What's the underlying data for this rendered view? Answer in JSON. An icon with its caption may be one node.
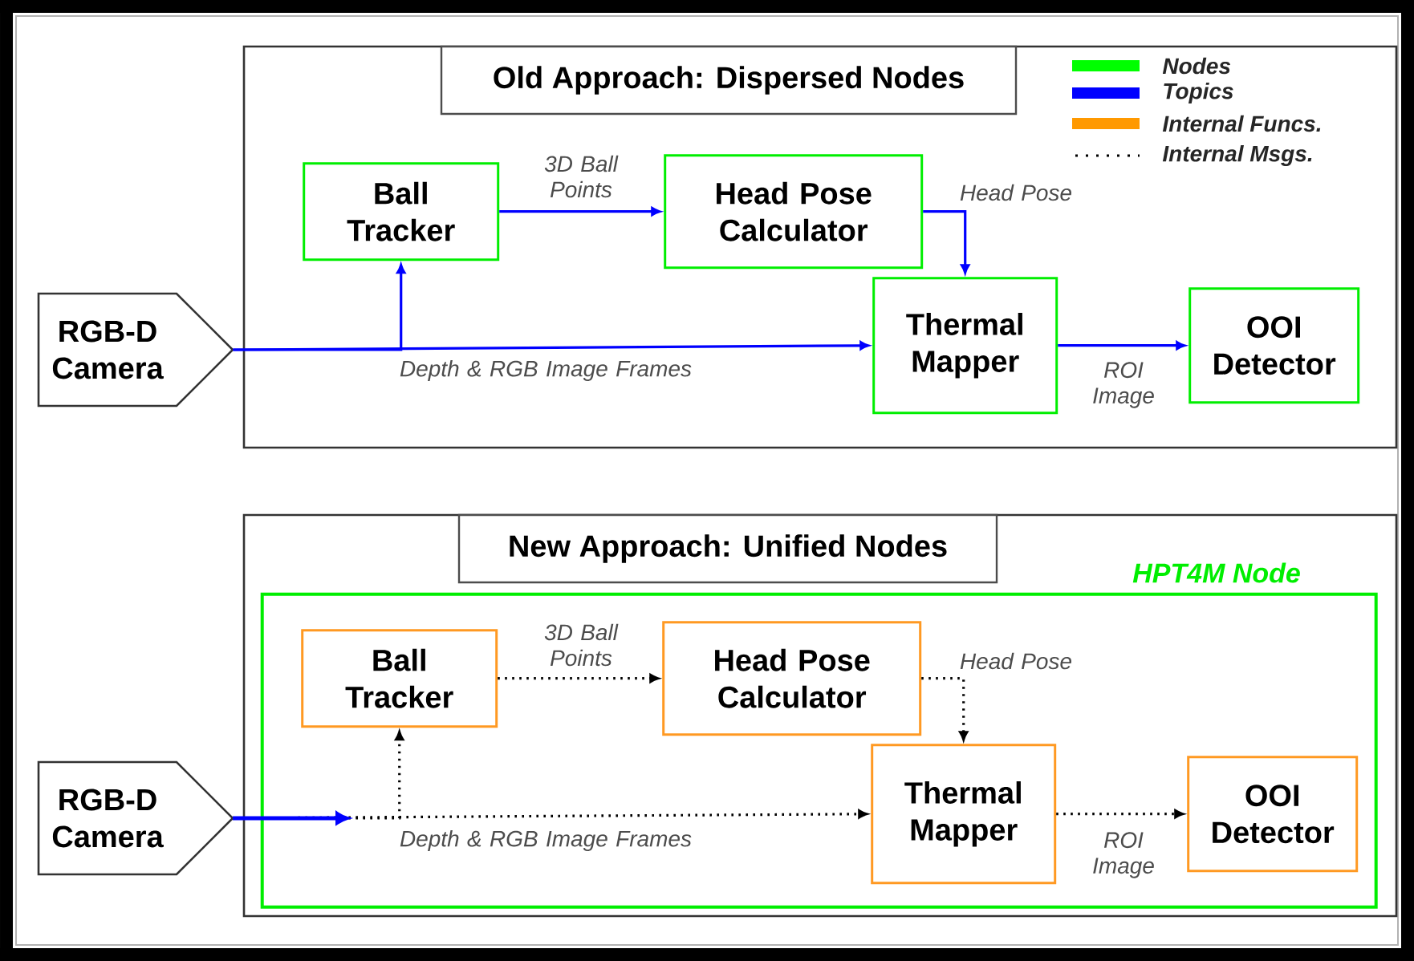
{
  "diagram": {
    "nodes": [
      {
        "text": [
          "Old Approach: Dispersed Nodes"
        ]
      },
      {
        "text": [
          "RGB-D Camera"
        ]
      },
      {
        "text": [
          "Ball Tracker"
        ],
        "in": 0
      },
      {
        "text": [
          "Head Pose Calculator"
        ],
        "in": 0
      },
      {
        "text": [
          "Thermal Mapper"
        ],
        "in": 0
      },
      {
        "text": [
          "OOI Detector"
        ],
        "in": 0
      },
      {
        "text": [
          "New Approach: Unified Nodes"
        ]
      },
      {
        "text": [
          "HPT4M Node"
        ],
        "in": 6
      },
      {
        "text": [
          "RGB-D Camera"
        ]
      },
      {
        "text": [
          "Ball Tracker"
        ],
        "in": 7
      },
      {
        "text": [
          "Head Pose Calculator"
        ],
        "in": 7
      },
      {
        "text": [
          "Thermal Mapper"
        ],
        "in": 7
      },
      {
        "text": [
          "OOI Detector"
        ],
        "in": 7
      }
    ],
    "edges": [
      {
        "from": 1,
        "to": 4,
        "arrow": "to",
        "label": "Depth & RGB Image Frames",
        "color": "#0000ff"
      },
      {
        "from": 1,
        "to": 2,
        "arrow": "to",
        "color": "#0000ff"
      },
      {
        "from": 2,
        "to": 3,
        "arrow": "to",
        "label": "3D Ball Points",
        "color": "#0000ff"
      },
      {
        "from": 3,
        "to": 4,
        "arrow": "to",
        "label": "Head Pose",
        "color": "#0000ff"
      },
      {
        "from": 4,
        "to": 5,
        "arrow": "to",
        "label": "ROI Image",
        "color": "#0000ff"
      },
      {
        "from": 8,
        "to": 11,
        "arrow": "to",
        "label": "Depth & RGB Image Frames",
        "style": "dashed",
        "color": "#000000"
      },
      {
        "from": 8,
        "to": 9,
        "arrow": "to",
        "style": "dashed",
        "color": "#000000"
      },
      {
        "from": 9,
        "to": 10,
        "arrow": "to",
        "label": "3D Ball Points",
        "style": "dashed",
        "color": "#000000"
      },
      {
        "from": 10,
        "to": 11,
        "arrow": "to",
        "label": "Head Pose",
        "style": "dashed",
        "color": "#000000"
      },
      {
        "from": 11,
        "to": 12,
        "arrow": "to",
        "label": "ROI Image",
        "style": "dashed",
        "color": "#000000"
      }
    ],
    "legend": [
      {
        "text": "Nodes",
        "color": "#00ff00"
      },
      {
        "text": "Topics",
        "color": "#0000ff"
      },
      {
        "text": "Internal Funcs.",
        "color": "#ff9900"
      },
      {
        "text": "Internal Msgs."
      }
    ]
  }
}
